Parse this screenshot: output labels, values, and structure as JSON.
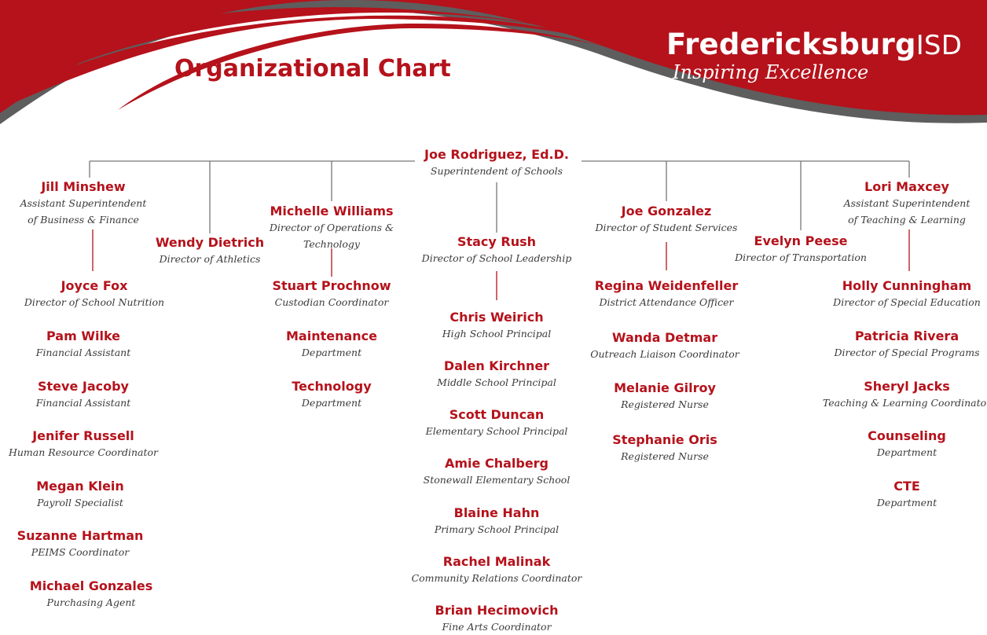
{
  "header": {
    "title": "Organizational Chart",
    "logo_name": "Fredericksburg",
    "logo_suffix": "ISD",
    "logo_tagline": "Inspiring Excellence",
    "colors": {
      "brand_red": "#b5121b",
      "banner_gray": "#5e5e5e",
      "line_gray": "#777777"
    }
  },
  "superintendent": {
    "name": "Joe Rodriguez, Ed.D.",
    "title": "Superintendent of Schools"
  },
  "columns": [
    {
      "head": {
        "name": "Jill Minshew",
        "title_lines": [
          "Assistant Superintendent",
          "of Business & Finance"
        ]
      },
      "reports": [
        {
          "name": "Joyce Fox",
          "title": "Director of School Nutrition"
        },
        {
          "name": "Pam Wilke",
          "title": "Financial Assistant"
        },
        {
          "name": "Steve Jacoby",
          "title": "Financial Assistant"
        },
        {
          "name": "Jenifer Russell",
          "title": "Human Resource Coordinator"
        },
        {
          "name": "Megan Klein",
          "title": "Payroll Specialist"
        },
        {
          "name": "Suzanne Hartman",
          "title": "PEIMS Coordinator"
        },
        {
          "name": "Michael Gonzales",
          "title": "Purchasing Agent"
        }
      ]
    },
    {
      "head": {
        "name": "Wendy Dietrich",
        "title_lines": [
          "Director of Athletics"
        ]
      },
      "reports": []
    },
    {
      "head": {
        "name": "Michelle Williams",
        "title_lines": [
          "Director of Operations &",
          "Technology"
        ]
      },
      "reports": [
        {
          "name": "Stuart Prochnow",
          "title": "Custodian Coordinator"
        },
        {
          "name": "Maintenance",
          "title": "Department"
        },
        {
          "name": "Technology",
          "title": "Department"
        }
      ]
    },
    {
      "head": {
        "name": "Stacy Rush",
        "title_lines": [
          "Director of School Leadership"
        ]
      },
      "reports": [
        {
          "name": "Chris Weirich",
          "title": "High School Principal"
        },
        {
          "name": "Dalen Kirchner",
          "title": "Middle School Principal"
        },
        {
          "name": "Scott Duncan",
          "title": "Elementary School Principal"
        },
        {
          "name": "Amie Chalberg",
          "title": "Stonewall Elementary School"
        },
        {
          "name": "Blaine Hahn",
          "title": "Primary School Principal"
        },
        {
          "name": "Rachel Malinak",
          "title": "Community Relations Coordinator"
        },
        {
          "name": "Brian Hecimovich",
          "title": "Fine Arts Coordinator"
        }
      ]
    },
    {
      "head": {
        "name": "Joe Gonzalez",
        "title_lines": [
          "Director of Student Services"
        ]
      },
      "reports": [
        {
          "name": "Regina Weidenfeller",
          "title": "District Attendance Officer"
        },
        {
          "name": "Wanda Detmar",
          "title": "Outreach Liaison Coordinator"
        },
        {
          "name": "Melanie Gilroy",
          "title": "Registered Nurse"
        },
        {
          "name": "Stephanie Oris",
          "title": "Registered Nurse"
        }
      ]
    },
    {
      "head": {
        "name": "Evelyn Peese",
        "title_lines": [
          "Director of Transportation"
        ]
      },
      "reports": []
    },
    {
      "head": {
        "name": "Lori Maxcey",
        "title_lines": [
          "Assistant Superintendent",
          "of Teaching & Learning"
        ]
      },
      "reports": [
        {
          "name": "Holly Cunningham",
          "title": "Director of Special Education"
        },
        {
          "name": "Patricia Rivera",
          "title": "Director of Special Programs"
        },
        {
          "name": "Sheryl Jacks",
          "title": "Teaching & Learning Coordinator"
        },
        {
          "name": "Counseling",
          "title": "Department"
        },
        {
          "name": "CTE",
          "title": "Department"
        }
      ]
    }
  ]
}
